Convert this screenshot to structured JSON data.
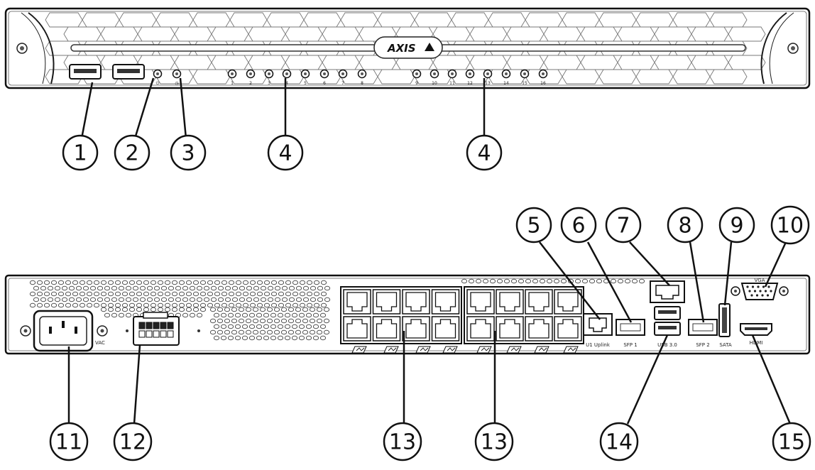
{
  "front": {
    "brand": "AXIS",
    "led_numbers": [
      "1",
      "2",
      "3",
      "4",
      "5",
      "6",
      "7",
      "8",
      "9",
      "10",
      "11",
      "12",
      "13",
      "14",
      "15",
      "16"
    ]
  },
  "back": {
    "vac_label": "VAC",
    "uplink_label": "U1 Uplink",
    "sfp1_label": "SFP 1",
    "usb3_label": "USB 3.0",
    "sfp2_label": "SFP 2",
    "sata_label": "SATA",
    "vga_label": "VGA",
    "hdmi_label": "HDMI"
  },
  "callouts": {
    "c1": "1",
    "c2": "2",
    "c3": "3",
    "c4a": "4",
    "c4b": "4",
    "c5": "5",
    "c6": "6",
    "c7": "7",
    "c8": "8",
    "c9": "9",
    "c10": "10",
    "c11": "11",
    "c12": "12",
    "c13a": "13",
    "c13b": "13",
    "c14": "14",
    "c15": "15"
  }
}
